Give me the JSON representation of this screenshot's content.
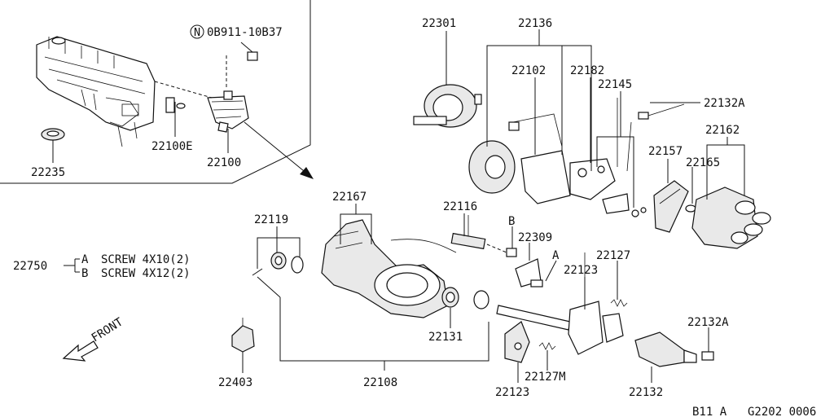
{
  "labels": {
    "p0b911": "0B911-10B37",
    "p0b911_circle": "N",
    "p22235": "22235",
    "p22100e": "22100E",
    "p22100": "22100",
    "p22301": "22301",
    "p22136": "22136",
    "p22102": "22102",
    "p22182": "22182",
    "p22145": "22145",
    "p22132a_top": "22132A",
    "p22162": "22162",
    "p22157": "22157",
    "p22165": "22165",
    "p22167": "22167",
    "p22116": "22116",
    "pB": "B",
    "p22309": "22309",
    "pA": "A",
    "p22127": "22127",
    "p22123_top": "22123",
    "p22119": "22119",
    "p22750": "22750",
    "screwA_letter": "A",
    "screwA_text": "SCREW 4X10(2)",
    "screwB_letter": "B",
    "screwB_text": "SCREW 4X12(2)",
    "front": "FRONT",
    "p22131": "22131",
    "p22132a_bot": "22132A",
    "p22403": "22403",
    "p22108": "22108",
    "p22127m": "22127M",
    "p22123_bot": "22123",
    "p22132": "22132",
    "code_left": "B11 A",
    "code_right": "G2202 0006"
  }
}
